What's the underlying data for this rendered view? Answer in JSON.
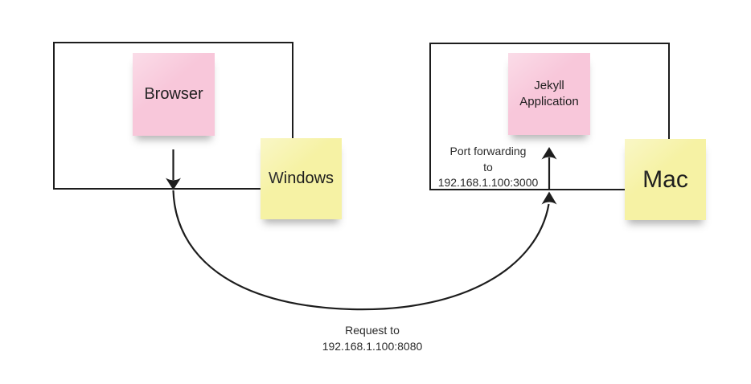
{
  "diagram": {
    "windows_machine": {
      "browser_note": {
        "label": "Browser",
        "color": "#f8c7da"
      },
      "os_note": {
        "label": "Windows",
        "color": "#f6f2a4"
      }
    },
    "mac_machine": {
      "app_note": {
        "lines": [
          "Jekyll",
          "Application"
        ],
        "color": "#f8c7da"
      },
      "os_note": {
        "label": "Mac",
        "color": "#f6f2a4"
      },
      "port_forward_label": {
        "lines": [
          "Port forwarding",
          "to",
          "192.168.1.100:3000"
        ]
      }
    },
    "request_label": {
      "lines": [
        "Request to",
        "192.168.1.100:8080"
      ]
    },
    "colors": {
      "stroke": "#1d1d1d",
      "note_pink": "#f8c7da",
      "note_yellow": "#f6f2a4",
      "background": "#ffffff",
      "label_text": "#2b2b2b"
    }
  }
}
